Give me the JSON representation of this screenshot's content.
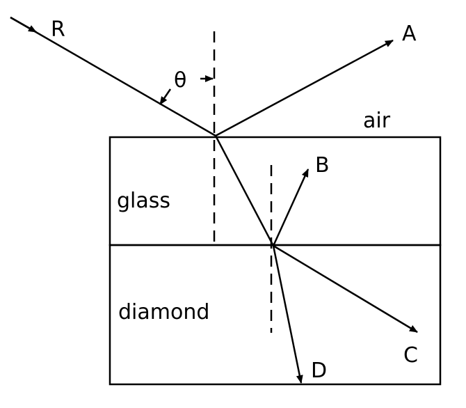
{
  "labels": {
    "ray_incident": "R",
    "ray_reflected_air": "A",
    "ray_reflected_glass": "B",
    "ray_reflected_diamond_interface": "C",
    "ray_refracted_diamond": "D",
    "angle": "θ",
    "medium_top": "air",
    "medium_middle": "glass",
    "medium_bottom": "diamond"
  },
  "colors": {
    "ink": "#000000",
    "background": "#ffffff"
  }
}
